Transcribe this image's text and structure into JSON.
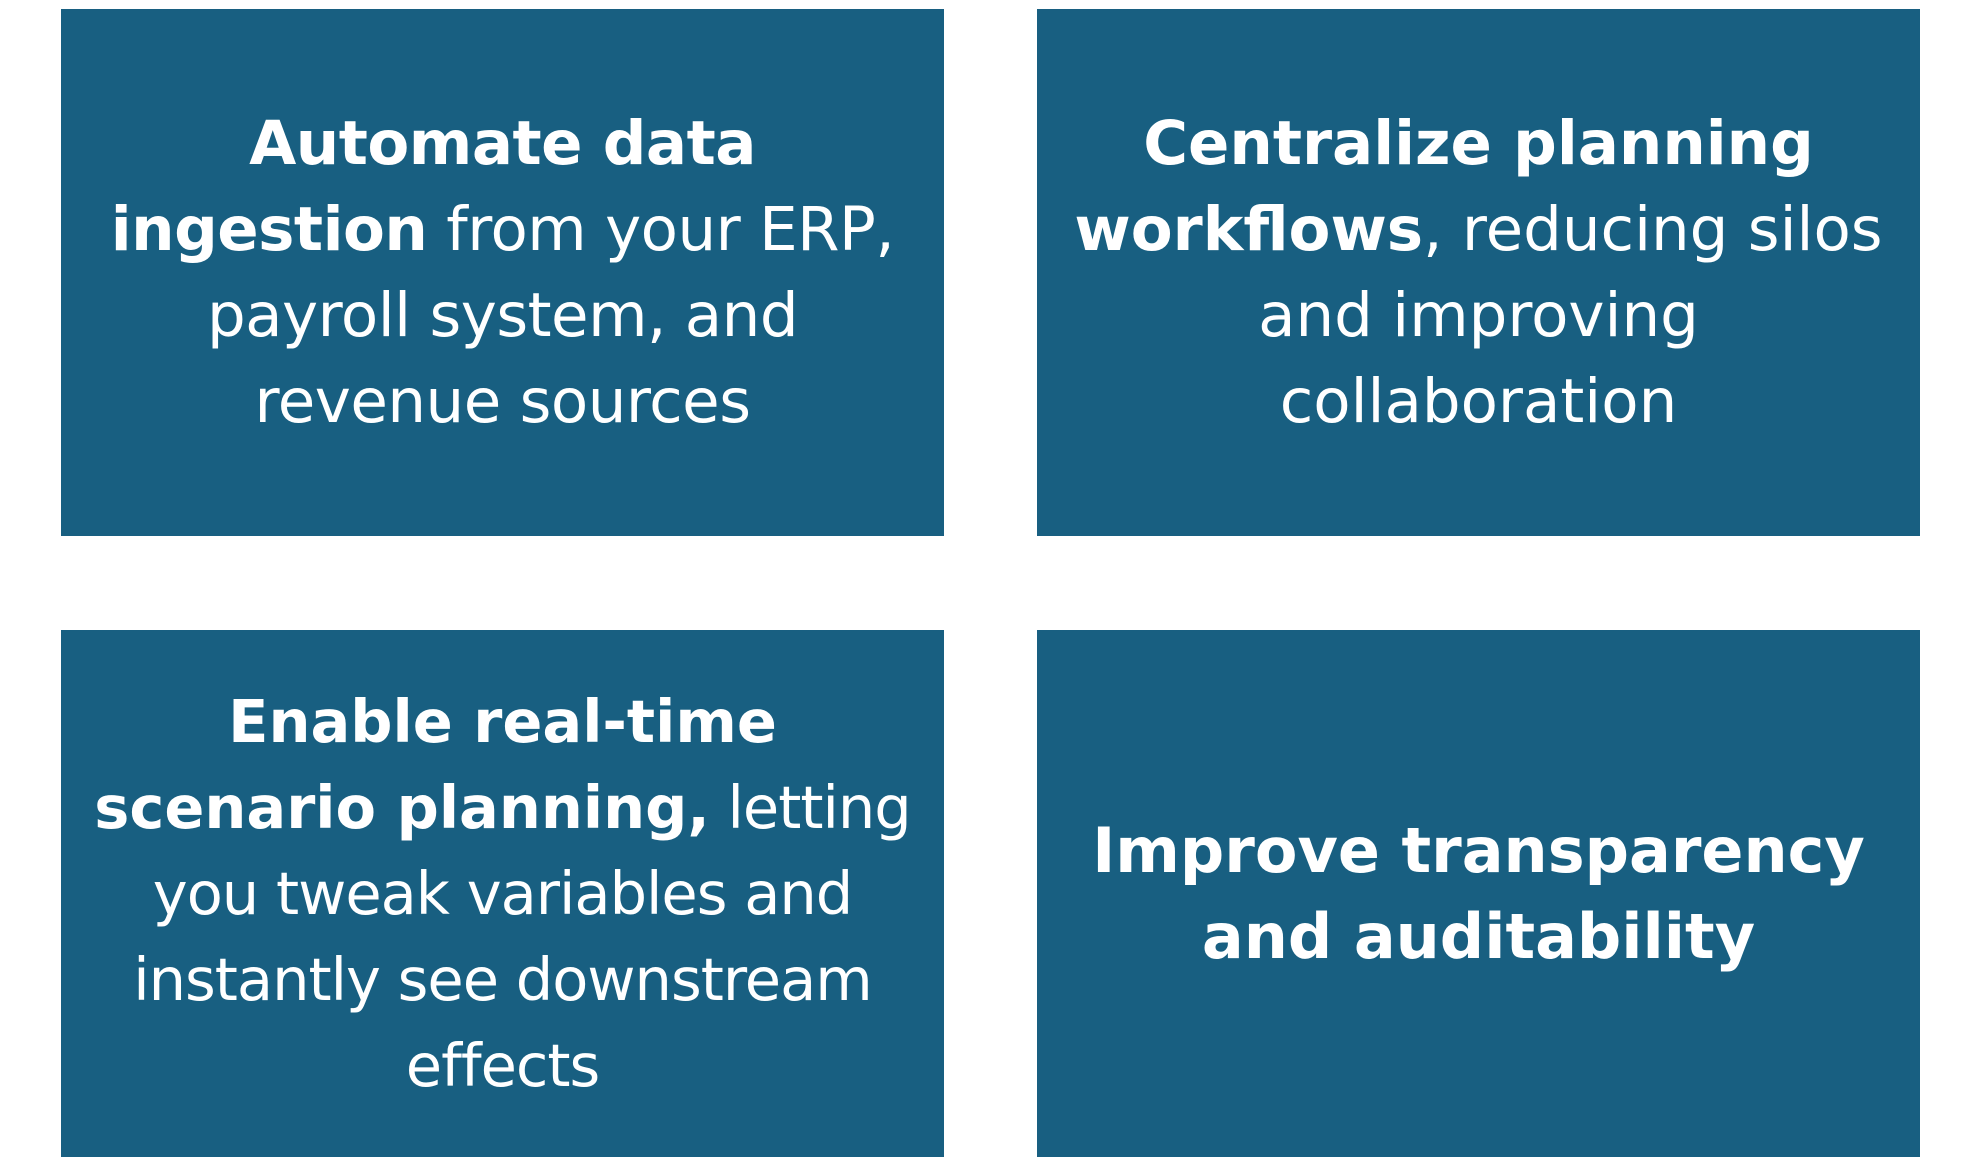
{
  "colors": {
    "background": "#ffffff",
    "card_fill": "#185f81",
    "card_text": "#ffffff"
  },
  "cards": [
    {
      "bold": "Automate data ingestion",
      "rest": " from your ERP, payroll system, and revenue sources"
    },
    {
      "bold": "Centralize planning workflows",
      "rest": ", reducing silos and improving collaboration"
    },
    {
      "bold": "Enable real-time scenario planning,",
      "rest": " letting you tweak variables and instantly see downstream effects"
    },
    {
      "bold": "Improve transparency and auditability",
      "rest": ""
    }
  ]
}
